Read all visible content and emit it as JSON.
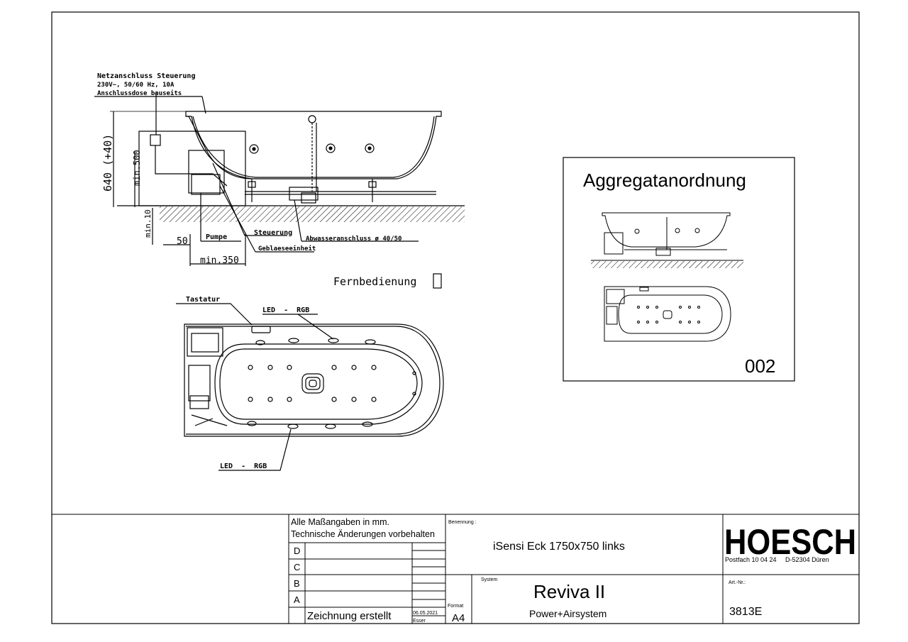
{
  "side_view": {
    "netz_line1": "Netzanschluss Steuerung",
    "netz_line2": "230V~, 50/60 Hz, 10A",
    "netz_line3": "Anschlussdose bauseits",
    "dim_height": "640 (+40)",
    "dim_min500": "min.500",
    "dim_min10": "min.10",
    "dim_50": "50",
    "dim_min350": "min.350",
    "label_pumpe": "Pumpe",
    "label_steuerung": "Steuerung",
    "label_abwasser": "Abwasseranschluss ø 40/50",
    "label_geblaese": "Geblaeseeinheit",
    "label_fernbedienung": "Fernbedienung"
  },
  "top_view": {
    "label_tastatur": "Tastatur",
    "label_led_top": "LED  -  RGB",
    "label_led_bottom": "LED  -  RGB"
  },
  "aggregat": {
    "title": "Aggregatanordnung",
    "number": "002"
  },
  "title_block": {
    "note_line1": "Alle Maßangaben in mm.",
    "note_line2": "Technische Änderungen vorbehalten",
    "rev_d": "D",
    "rev_c": "C",
    "rev_b": "B",
    "rev_a": "A",
    "created_label": "Zeichnung erstellt",
    "created_date": "06.05.2021",
    "created_by": "Esser",
    "format_label": "Format",
    "format_value": "A4",
    "benennung_label": "Benennung :",
    "benennung_value": "iSensi Eck 1750x750 links",
    "system_label": "System",
    "system_value": "Reviva II",
    "system_sub": "Power+Airsystem",
    "company": "HOESCH",
    "address": "Postfach 10 04 24     D-52304 Düren",
    "artnr_label": "Art.-Nr.:",
    "artnr_value": "3813E"
  }
}
